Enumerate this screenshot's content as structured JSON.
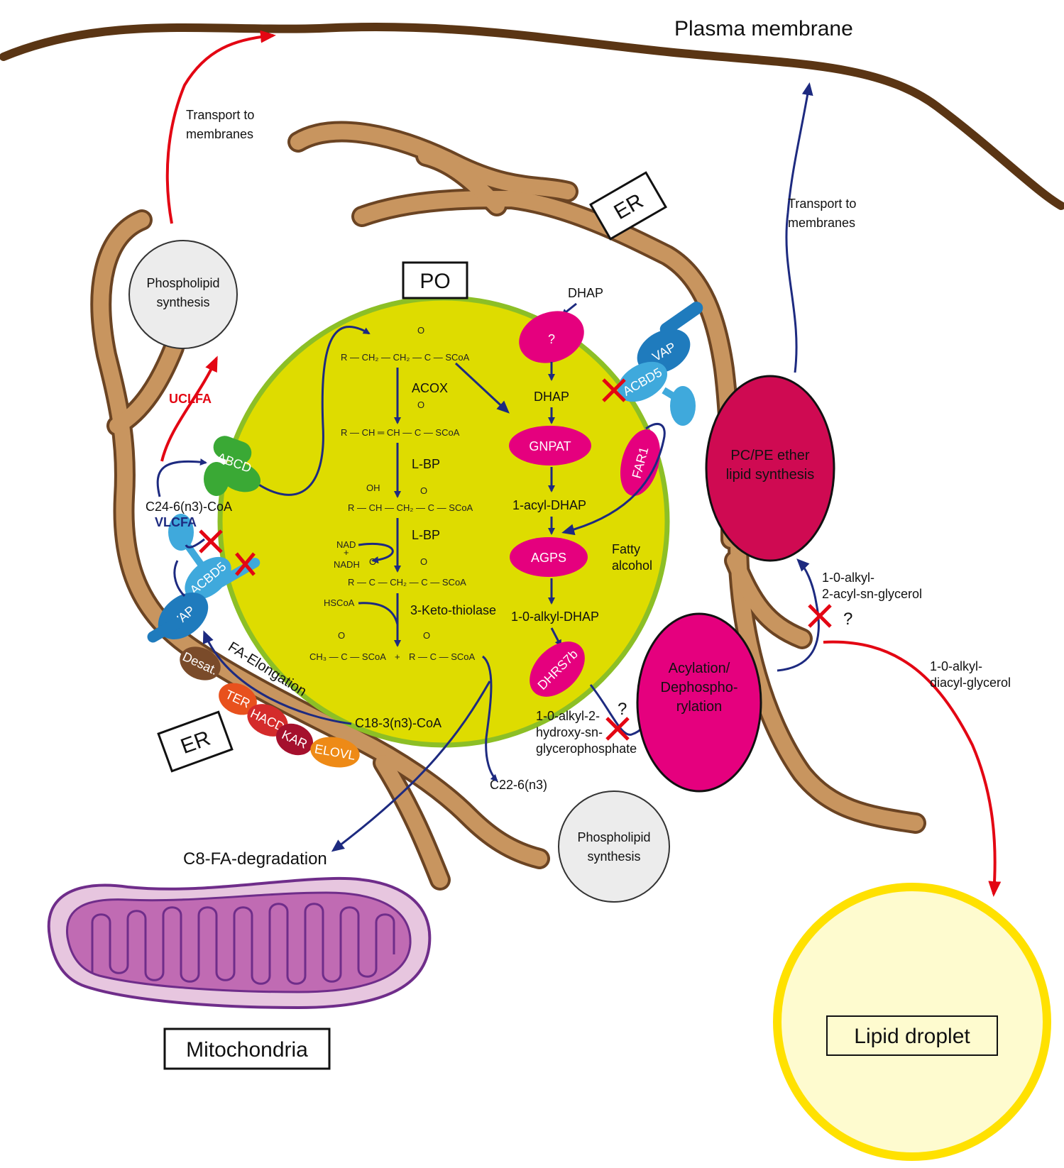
{
  "labels": {
    "plasma_membrane": "Plasma membrane",
    "transport_left_1": "Transport to",
    "transport_left_2": "membranes",
    "transport_right_1": "Transport to",
    "transport_right_2": "membranes",
    "er_top": "ER",
    "er_bottom": "ER",
    "po": "PO",
    "mitochondria": "Mitochondria",
    "lipid_droplet": "Lipid droplet",
    "phospholipid_top_1": "Phospholipid",
    "phospholipid_top_2": "synthesis",
    "phospholipid_bottom_1": "Phospholipid",
    "phospholipid_bottom_2": "synthesis",
    "pcpe_1": "PC/PE ether",
    "pcpe_2": "lipid synthesis",
    "acyl_1": "Acylation/",
    "acyl_2": "Dephospho-",
    "acyl_3": "rylation",
    "uclfa": "UCLFA",
    "vlcfa": "VLCFA",
    "c24": "C24-6(n3)-CoA",
    "c18": "C18-3(n3)-CoA",
    "c22": "C22-6(n3)",
    "fa_elongation": "FA-Elongation",
    "c8": "C8-FA-degradation",
    "acox": "ACOX",
    "lbp1": "L-BP",
    "lbp2": "L-BP",
    "keto": "3-Keto-thiolase",
    "nad": "NAD",
    "nadh": "NADH",
    "hscoa": "HSCoA",
    "dhap_top": "DHAP",
    "dhap_mid": "DHAP",
    "acyl_dhap": "1-acyl-DHAP",
    "alkyl_dhap": "1-0-alkyl-DHAP",
    "fatty_1": "Fatty",
    "fatty_2": "alcohol",
    "hydroxy_1": "1-0-alkyl-2-",
    "hydroxy_2": "hydroxy-sn-",
    "hydroxy_3": "glycerophosphate",
    "acylglycerol_1": "1-0-alkyl-",
    "acylglycerol_2": "2-acyl-sn-glycerol",
    "diacyl_1": "1-0-alkyl-",
    "diacyl_2": "diacyl-glycerol",
    "q1": "?",
    "q2": "?",
    "q_enzyme": "?"
  },
  "chemistry": {
    "r1": "R — CH₂ — CH₂ — C — SCoA",
    "r2": "R — CH ═ CH — C — SCoA",
    "r3": "R — CH — CH₂ — C — SCoA",
    "r3_oh": "OH",
    "r4": "R — C — CH₂ — C — SCoA",
    "r5a": "CH₃ — C — SCoA",
    "r5plus": "+",
    "r5b": "R — C — SCoA",
    "o": "O"
  },
  "enzymes": {
    "abcd": "ABCD",
    "acbd5_left": "ACBD5",
    "vap_left": "VAP",
    "acbd5_right": "ACBD5",
    "vap_right": "VAP",
    "gnpat": "GNPAT",
    "agps": "AGPS",
    "far1": "FAR1",
    "dhrs7b": "DHRS7b",
    "desat": "Desat.",
    "ter": "TER",
    "hacd": "HACD",
    "kar": "KAR",
    "elovl": "ELOVL"
  },
  "colors": {
    "membrane": "#5a3514",
    "er_fill": "#c8955f",
    "er_stroke": "#6b4423",
    "po_fill": "#dedc00",
    "po_stroke": "#8cbf26",
    "magenta": "#e5007e",
    "crimson": "#cf0a52",
    "blue_arrow": "#1d2a80",
    "red_arrow": "#e30613",
    "mito_fill": "#c06bb3",
    "mito_stroke": "#6f2d8a",
    "droplet_fill": "#fefbcf",
    "droplet_stroke": "#ffe100",
    "gray_circle": "#ececec",
    "abcd_green": "#3aa935",
    "acbd5_blue": "#3fa9dc",
    "vap_blue": "#1f7bbd"
  }
}
